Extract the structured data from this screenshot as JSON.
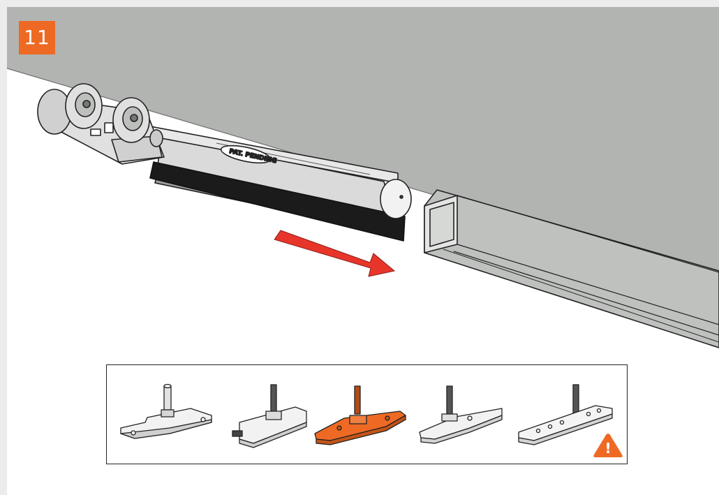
{
  "step": {
    "number": "11",
    "badge_color": "#ee6a24"
  },
  "illustration": {
    "ceiling_color": "#b2b4b2",
    "arrow_color": "#e8352a",
    "part_stamp": "PAT. PENDING"
  },
  "options": {
    "highlight_color": "#ee6a24",
    "items": [
      {
        "name": "bracket-option-1",
        "highlighted": false
      },
      {
        "name": "bracket-option-2",
        "highlighted": false
      },
      {
        "name": "bracket-option-3",
        "highlighted": true
      },
      {
        "name": "bracket-option-4",
        "highlighted": false
      },
      {
        "name": "bracket-option-5",
        "highlighted": false
      }
    ],
    "warning": {
      "icon": "warning-icon",
      "symbol": "!",
      "color": "#ee6a24"
    }
  }
}
